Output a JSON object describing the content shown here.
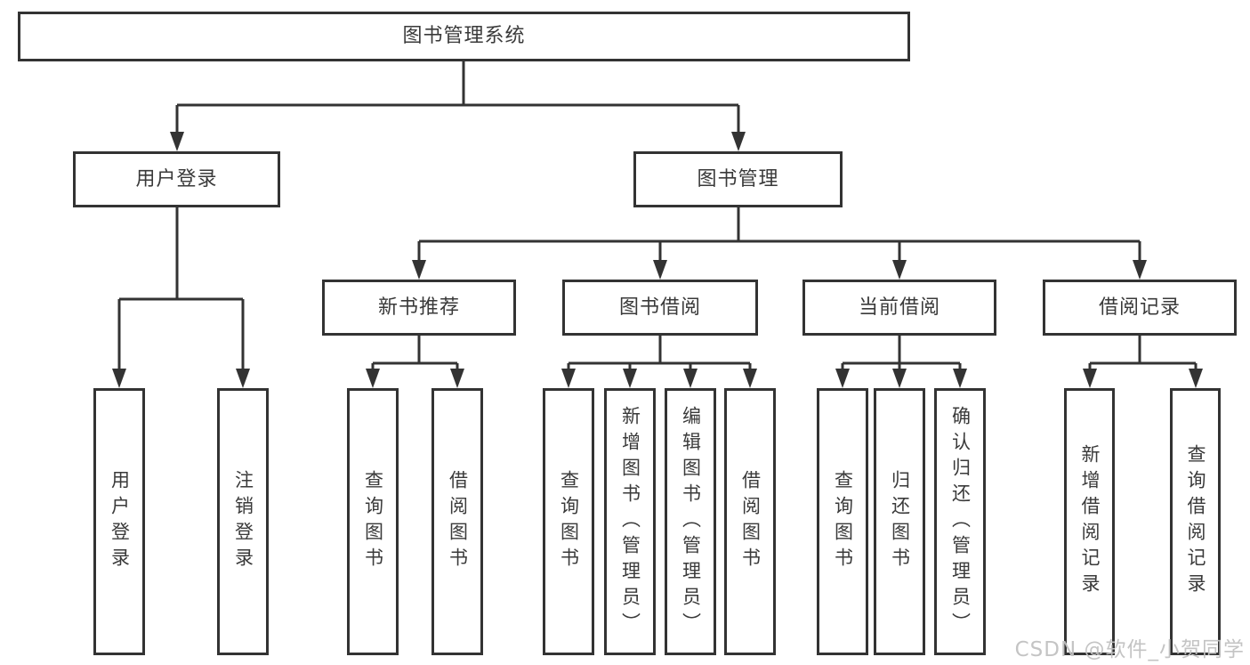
{
  "colors": {
    "line": "#333333",
    "text": "#3a3a3a",
    "background": "#ffffff",
    "watermark": "#c1c1c1"
  },
  "watermark": "CSDN @软件_小贺同学",
  "diagram": {
    "root": "图书管理系统",
    "branches": {
      "user_login": {
        "label": "用户登录",
        "children": [
          "用户登录",
          "注销登录"
        ]
      },
      "book_mgmt": {
        "label": "图书管理",
        "sections": [
          {
            "label": "新书推荐",
            "children": [
              "查询图书",
              "借阅图书"
            ]
          },
          {
            "label": "图书借阅",
            "children": [
              "查询图书",
              "新增图书（管理员）",
              "编辑图书（管理员）",
              "借阅图书"
            ]
          },
          {
            "label": "当前借阅",
            "children": [
              "查询图书",
              "归还图书",
              "确认归还（管理员）"
            ]
          },
          {
            "label": "借阅记录",
            "children": [
              "新增借阅记录",
              "查询借阅记录"
            ]
          }
        ]
      }
    }
  }
}
